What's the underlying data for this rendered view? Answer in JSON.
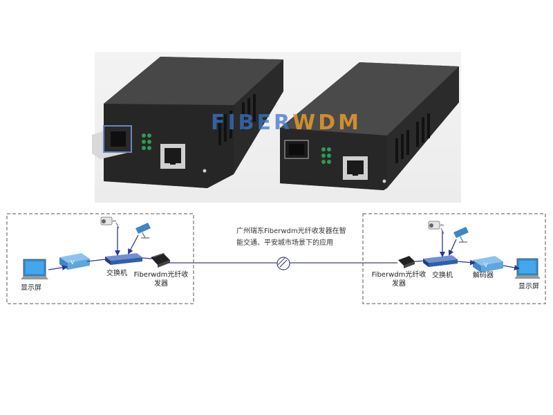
{
  "watermark": {
    "prefix": "FIBER",
    "suffix": "WDM",
    "prefix_color": "#3a76c8",
    "suffix_color": "#e69a2a"
  },
  "diagram": {
    "caption_line1": "广州瑞东Fiberwdm光纤收发器在智",
    "caption_line2": "能交通、平安城市场景下的应用",
    "left": {
      "display_label": "显示屏",
      "switch_label": "交换机",
      "transceiver_label": "Fiberwdm光纤收发器"
    },
    "right": {
      "transceiver_label": "Fiberwdm光纤收发器",
      "switch_label": "交换机",
      "decoder_label": "解码器",
      "display_label": "显示屏"
    }
  },
  "colors": {
    "device_body": "#2e2e2e",
    "link_line": "#3d3f7a",
    "arrow": "#2b3590",
    "switch_blue": "#2f5fa8",
    "monitor_blue": "#2d8fd6",
    "router_blue": "#5fa6dd",
    "dashed_border": "#555555"
  },
  "icons": [
    "camera-icon",
    "cctv-camera-icon",
    "router-icon",
    "switch-icon",
    "transceiver-icon",
    "monitor-icon",
    "fiber-link-icon"
  ]
}
